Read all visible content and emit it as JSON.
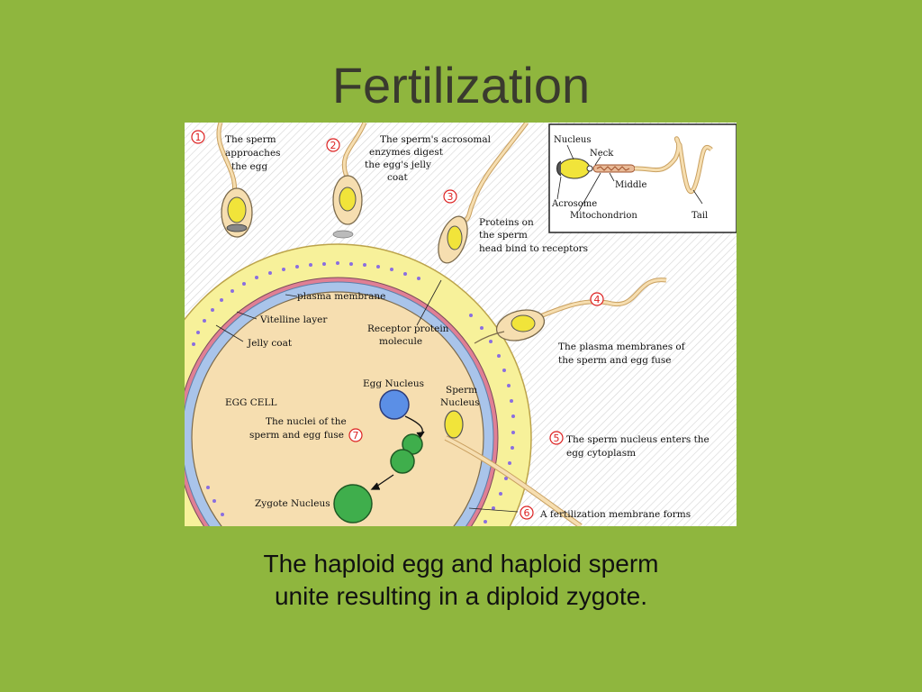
{
  "slide": {
    "title": "Fertilization",
    "caption_line1": "The haploid egg and haploid sperm",
    "caption_line2": "unite resulting in a diploid zygote."
  },
  "diagram": {
    "steps": [
      "1",
      "2",
      "3",
      "4",
      "5",
      "6",
      "7"
    ],
    "step1": [
      "The sperm",
      "approaches",
      "the egg"
    ],
    "step2": [
      "The sperm's acrosomal",
      "enzymes digest",
      "the egg's jelly",
      "coat"
    ],
    "step3": [
      "Proteins on",
      "the sperm",
      "head bind to receptors"
    ],
    "step4": [
      "The plasma membranes of",
      "the sperm and egg fuse"
    ],
    "step5": [
      "The sperm nucleus enters the",
      "egg cytoplasm"
    ],
    "step6": [
      "A fertilization membrane forms"
    ],
    "step7": [
      "The nuclei of the",
      "sperm and egg fuse"
    ],
    "labels": {
      "plasma_membrane": "plasma membrane",
      "vitelline_layer": "Vitelline layer",
      "jelly_coat": "Jelly coat",
      "receptor": [
        "Receptor protein",
        "molecule"
      ],
      "egg_cell": "EGG CELL",
      "egg_nucleus": "Egg Nucleus",
      "sperm_nucleus": [
        "Sperm",
        "Nucleus"
      ],
      "zygote_nucleus": "Zygote Nucleus"
    },
    "inset": {
      "nucleus": "Nucleus",
      "neck": "Neck",
      "middle": "Middle",
      "acrosome": "Acrosome",
      "mitochondrion": "Mitochondrion",
      "tail": "Tail"
    },
    "colors": {
      "egg_cytoplasm": "#f6deb0",
      "jelly_coat": "#f7f19a",
      "vitelline": "#a9c4ea",
      "plasma": "#e07f94",
      "egg_nucleus": "#5b8fe6",
      "zygote": "#3fae4c",
      "sperm_head": "#f1e43a"
    }
  }
}
